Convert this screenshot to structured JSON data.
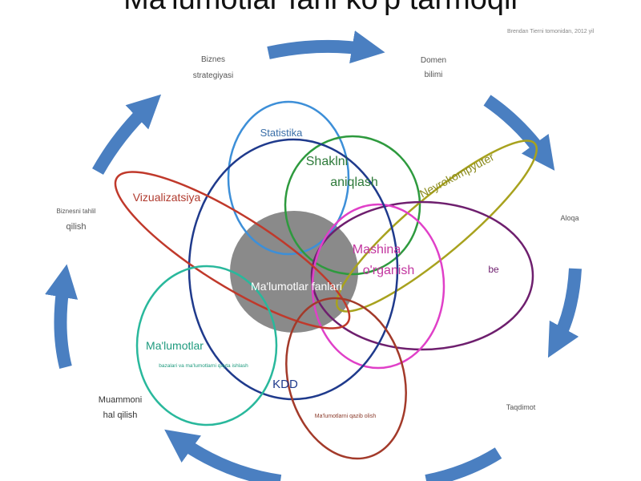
{
  "title": "Ma'lumotlar fani ko'p tarmoqli",
  "credit": "Brendan Tierni tomonidan, 2012 yil",
  "outer_labels": {
    "business_strategy": [
      "Biznes",
      "strategiyasi"
    ],
    "domain_knowledge": [
      "Domen",
      "bilimi"
    ],
    "communication": [
      "Aloqa"
    ],
    "presentation": [
      "Taqdimot"
    ],
    "problem_solving": [
      "Muammoni",
      "hal qilish"
    ],
    "business_analysis": [
      "Biznesni tahlil",
      "qilish"
    ]
  },
  "fields": {
    "statistics": "Statistika",
    "pattern_recognition": [
      "Shaklni",
      "aniqlash"
    ],
    "neurocomputing": "Neyrokompyuter",
    "machine_learning": [
      "Mashina",
      "o'rganish"
    ],
    "visualization": "Vizualizatsiya",
    "data": "Ma'lumotlar",
    "data_sub": "bazalari va ma'lumotlarni qayta ishlash",
    "kdd": "KDD",
    "data_mining": "Ma'lumotlarni qazib olish",
    "be": "be",
    "center": "Ma'lumotlar fanlari"
  },
  "colors": {
    "arrow": "#4a7fc1",
    "statistics": "#3d8fd8",
    "pattern": "#2e9a3e",
    "neuro": "#a8a21e",
    "machine_learning": "#e040c8",
    "purple": "#6e1f6e",
    "visualization": "#c0392b",
    "data": "#29b89c",
    "kdd": "#1f3a8c",
    "mining": "#a33a2a",
    "center": "#8a8a8a"
  }
}
